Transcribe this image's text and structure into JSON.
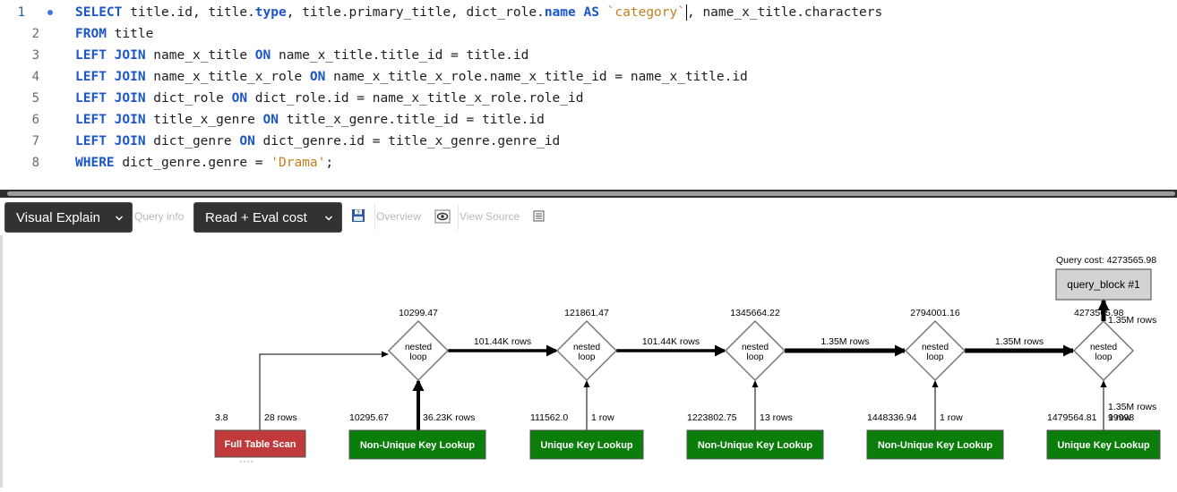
{
  "editor": {
    "line_numbers": [
      "1",
      "2",
      "3",
      "4",
      "5",
      "6",
      "7",
      "8"
    ],
    "lines": [
      [
        [
          "kw",
          "SELECT"
        ],
        [
          "t",
          " title.id, title."
        ],
        [
          "kw",
          "type"
        ],
        [
          "t",
          ", title.primary_title, dict_role."
        ],
        [
          "kw",
          "name"
        ],
        [
          "t",
          " "
        ],
        [
          "kw",
          "AS"
        ],
        [
          "t",
          " "
        ],
        [
          "bt",
          "`category`"
        ],
        [
          "caret",
          ""
        ],
        [
          "t",
          ", name_x_title.characters"
        ]
      ],
      [
        [
          "kw",
          "FROM"
        ],
        [
          "t",
          " title"
        ]
      ],
      [
        [
          "kw",
          "LEFT JOIN"
        ],
        [
          "t",
          " name_x_title "
        ],
        [
          "kw",
          "ON"
        ],
        [
          "t",
          " name_x_title.title_id = title.id"
        ]
      ],
      [
        [
          "kw",
          "LEFT JOIN"
        ],
        [
          "t",
          " name_x_title_x_role "
        ],
        [
          "kw",
          "ON"
        ],
        [
          "t",
          " name_x_title_x_role.name_x_title_id = name_x_title.id"
        ]
      ],
      [
        [
          "kw",
          "LEFT JOIN"
        ],
        [
          "t",
          " dict_role "
        ],
        [
          "kw",
          "ON"
        ],
        [
          "t",
          " dict_role.id = name_x_title_x_role.role_id"
        ]
      ],
      [
        [
          "kw",
          "LEFT JOIN"
        ],
        [
          "t",
          " title_x_genre "
        ],
        [
          "kw",
          "ON"
        ],
        [
          "t",
          " title_x_genre.title_id = title.id"
        ]
      ],
      [
        [
          "kw",
          "LEFT JOIN"
        ],
        [
          "t",
          " dict_genre "
        ],
        [
          "kw",
          "ON"
        ],
        [
          "t",
          " dict_genre.id = title_x_genre.genre_id"
        ]
      ],
      [
        [
          "kw",
          "WHERE"
        ],
        [
          "t",
          " dict_genre.genre = "
        ],
        [
          "str",
          "'Drama'"
        ],
        [
          "t",
          ";"
        ]
      ]
    ]
  },
  "toolbar": {
    "view_mode": "Visual Explain",
    "faded_query_info": "Query info",
    "cost_mode": "Read + Eval cost",
    "faded_overview": "Overview",
    "faded_view_source": "View Source"
  },
  "diagram": {
    "query_cost_label": "Query cost: 4273565.98",
    "query_block_label": "query_block #1",
    "nested_loop_label": [
      "nested",
      "loop"
    ],
    "loops": [
      {
        "cost": "10299.47",
        "out_rows": "101.44K rows"
      },
      {
        "cost": "121861.47",
        "out_rows": "101.44K rows"
      },
      {
        "cost": "1345664.22",
        "out_rows": "1.35M rows"
      },
      {
        "cost": "2794001.16",
        "out_rows": "1.35M rows"
      },
      {
        "cost": "4273565.98",
        "out_rows": "1.35M rows"
      }
    ],
    "first_table": {
      "label": "Full Table Scan",
      "cost": "3.8",
      "rows": "28 rows",
      "color": "#c0393b"
    },
    "lookups": [
      {
        "label": "Non-Unique Key Lookup",
        "cost": "10295.67",
        "rows": "36.23K rows",
        "color": "#0a7d0a"
      },
      {
        "label": "Unique Key Lookup",
        "cost": "111562.0",
        "rows": "1 row",
        "color": "#0a7d0a"
      },
      {
        "label": "Non-Unique Key Lookup",
        "cost": "1223802.75",
        "rows": "13 rows",
        "color": "#0a7d0a"
      },
      {
        "label": "Non-Unique Key Lookup",
        "cost": "1448336.94",
        "rows": "1 row",
        "color": "#0a7d0a"
      },
      {
        "label": "Unique Key Lookup",
        "cost": "1479564.81",
        "rows": "1 row",
        "color": "#0a7d0a"
      }
    ],
    "last_lookup_rows_overlap": "1.35M rows",
    "overlap_fragment": "99998"
  }
}
